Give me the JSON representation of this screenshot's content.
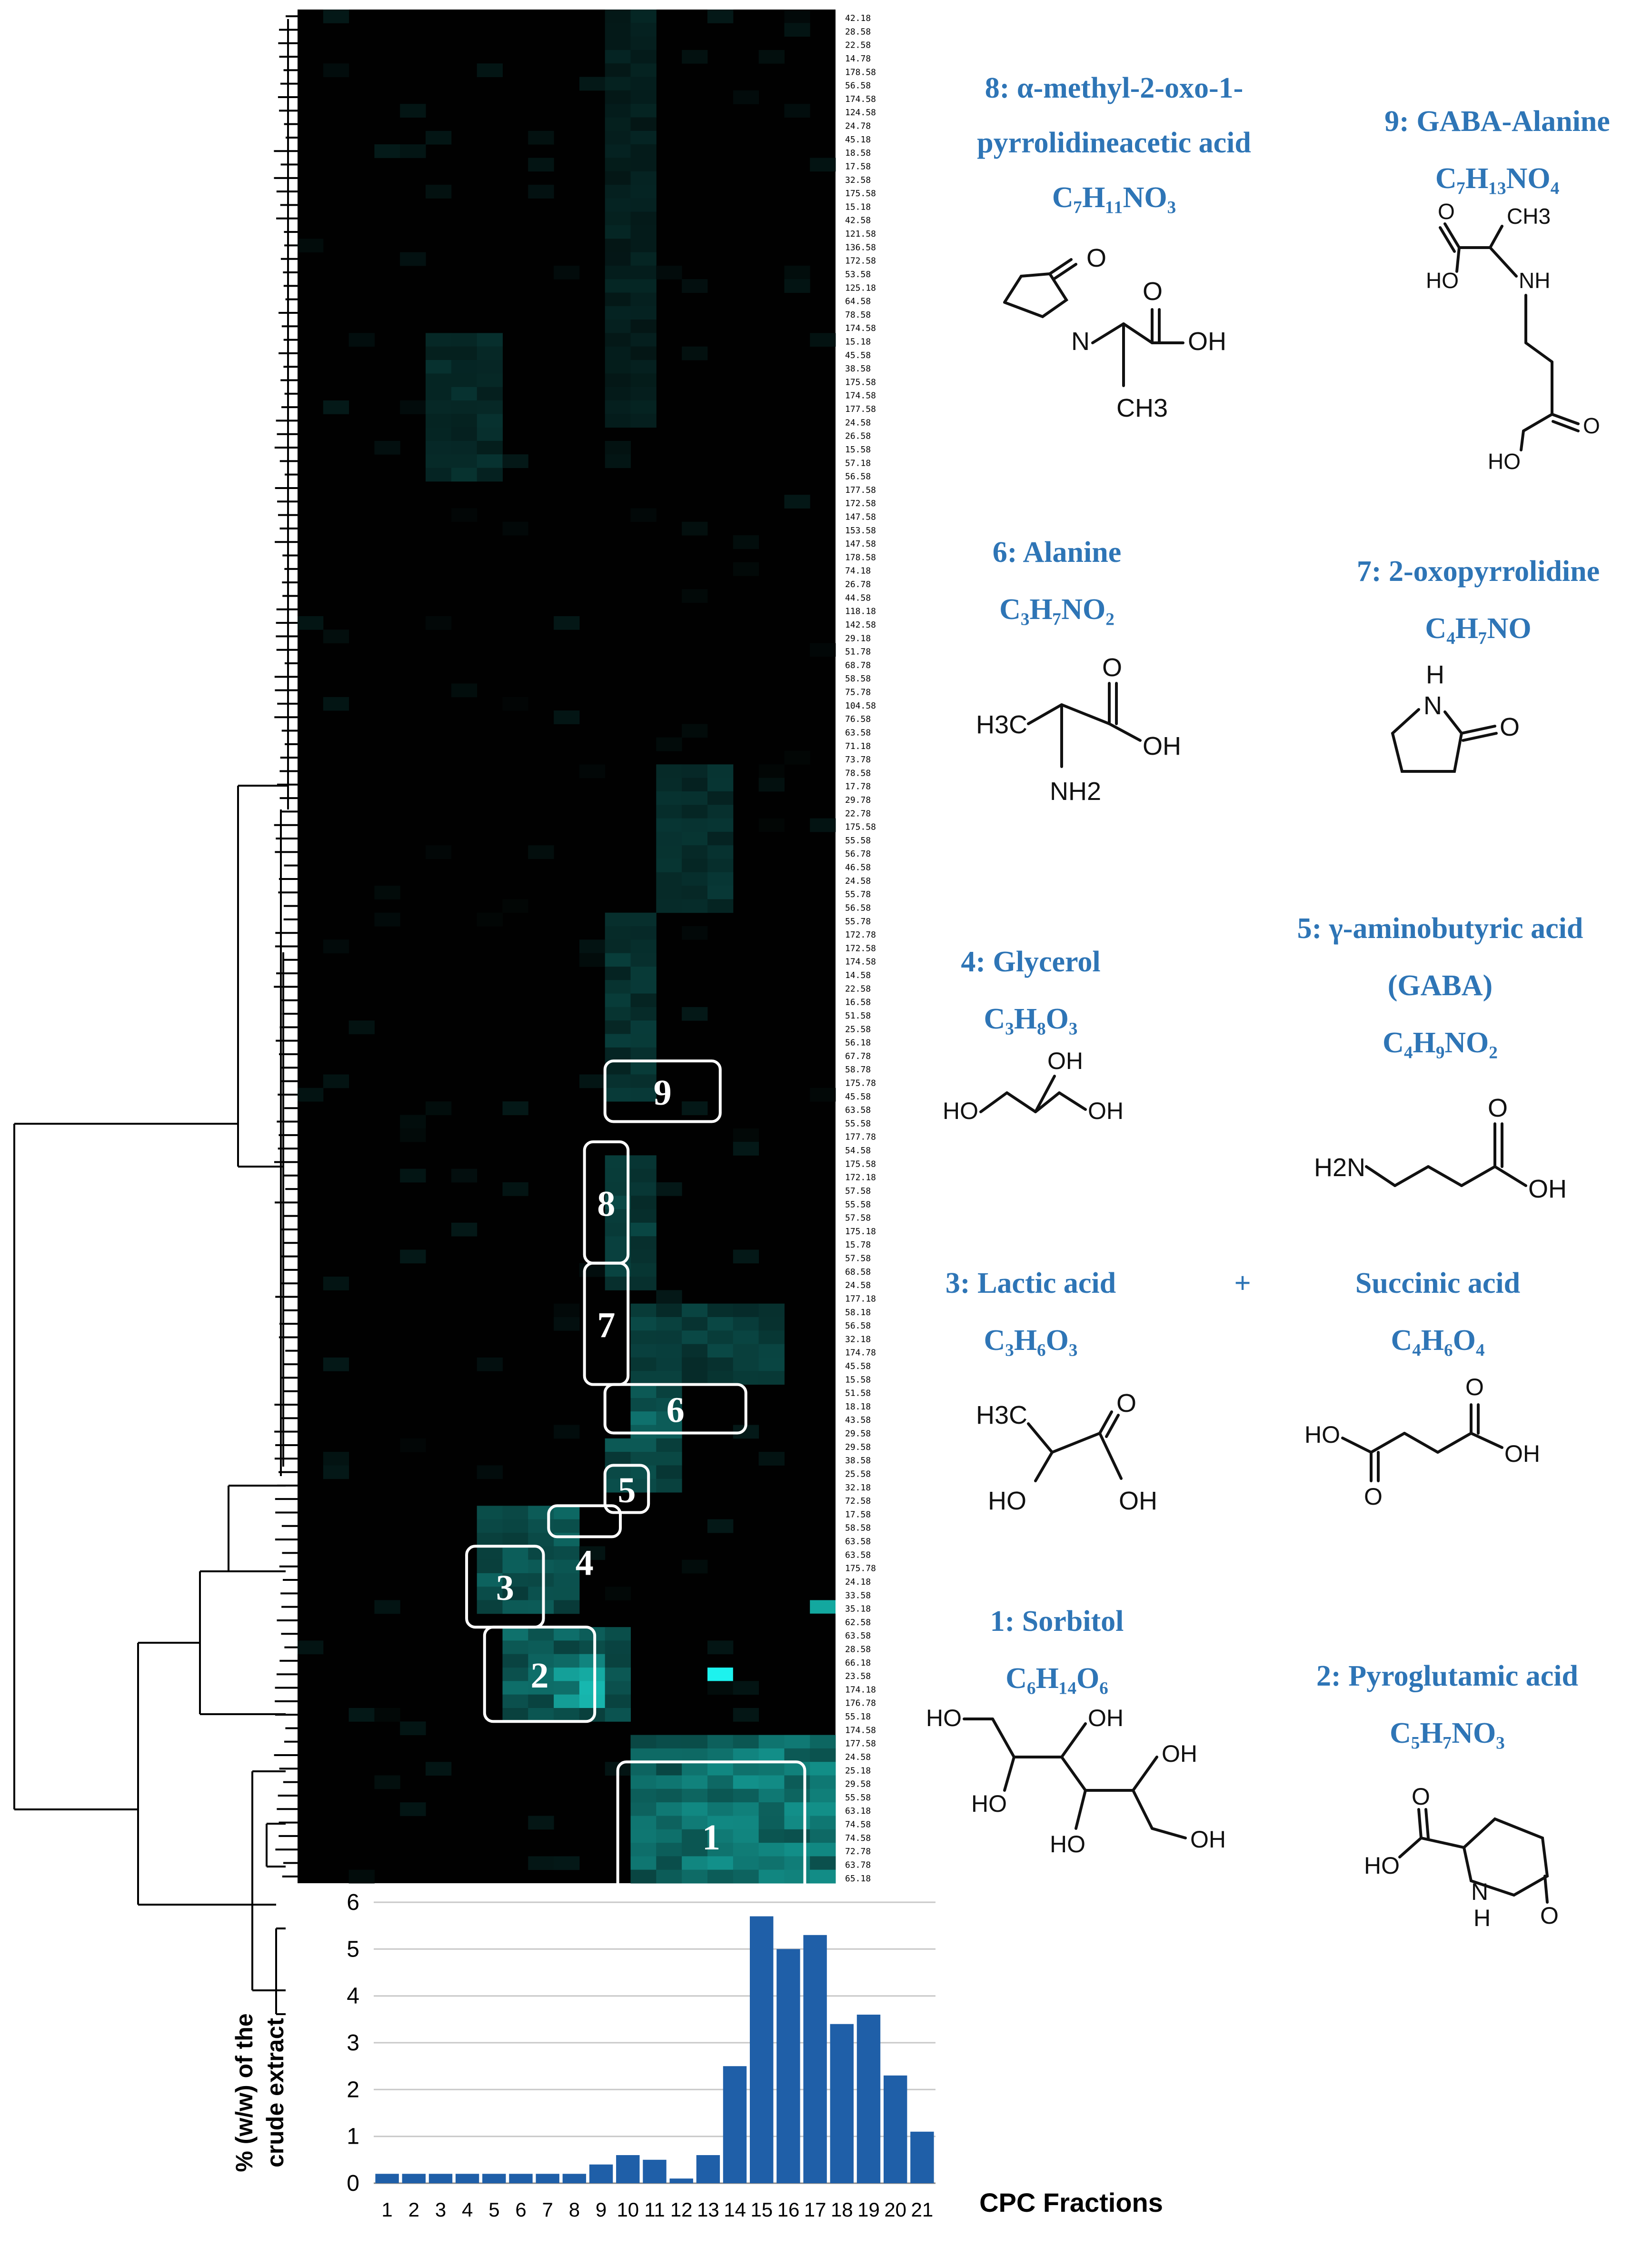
{
  "heatmap": {
    "clusters": [
      {
        "id": "1",
        "label": "1"
      },
      {
        "id": "2",
        "label": "2"
      },
      {
        "id": "3",
        "label": "3"
      },
      {
        "id": "4",
        "label": "4"
      },
      {
        "id": "5",
        "label": "5"
      },
      {
        "id": "6",
        "label": "6"
      },
      {
        "id": "7",
        "label": "7"
      },
      {
        "id": "8",
        "label": "8"
      },
      {
        "id": "9",
        "label": "9"
      }
    ],
    "row_labels": [
      "42.18",
      "28.58",
      "22.58",
      "14.78",
      "178.58",
      "56.58",
      "174.58",
      "124.58",
      "24.78",
      "45.18",
      "18.58",
      "17.58",
      "32.58",
      "175.58",
      "15.18",
      "42.58",
      "121.58",
      "136.58",
      "172.58",
      "53.58",
      "125.18",
      "64.58",
      "78.58",
      "174.58",
      "15.18",
      "45.58",
      "38.58",
      "175.58",
      "174.58",
      "177.58",
      "24.58",
      "26.58",
      "15.58",
      "57.18",
      "56.58",
      "177.58",
      "172.58",
      "147.58",
      "153.58",
      "147.58",
      "178.58",
      "74.18",
      "26.78",
      "44.58",
      "118.18",
      "142.58",
      "29.18",
      "51.78",
      "68.78",
      "58.58",
      "75.78",
      "104.58",
      "76.58",
      "63.58",
      "71.18",
      "73.78",
      "78.58",
      "17.78",
      "29.78",
      "22.78",
      "175.58",
      "55.58",
      "56.78",
      "46.58",
      "24.58",
      "55.78",
      "56.58",
      "55.78",
      "172.78",
      "172.58",
      "174.58",
      "14.58",
      "22.58",
      "16.58",
      "51.58",
      "25.58",
      "56.18",
      "67.78",
      "58.78",
      "175.78",
      "45.58",
      "63.58",
      "55.58",
      "177.78",
      "54.58",
      "175.58",
      "172.18",
      "57.58",
      "55.58",
      "57.58",
      "175.18",
      "15.78",
      "57.58",
      "68.58",
      "24.58",
      "177.18",
      "58.18",
      "56.58",
      "32.18",
      "174.78",
      "45.58",
      "15.58",
      "51.58",
      "18.18",
      "43.58",
      "29.58",
      "29.58",
      "38.58",
      "25.58",
      "32.18",
      "72.58",
      "17.58",
      "58.58",
      "63.58",
      "63.58",
      "175.78",
      "24.18",
      "33.58",
      "35.18",
      "62.58",
      "63.58",
      "28.58",
      "66.18",
      "23.58",
      "174.18",
      "176.78",
      "55.18",
      "174.58",
      "177.58",
      "24.58",
      "25.18",
      "29.58",
      "55.58",
      "63.18",
      "74.58",
      "74.58",
      "72.78",
      "63.78",
      "65.18"
    ]
  },
  "compounds": [
    {
      "id": "8",
      "name": "8: α-methyl-2-oxo-1-",
      "name2": "pyrrolidineacetic acid",
      "formula": "C₇H₁₁NO₃"
    },
    {
      "id": "9",
      "name": "9: GABA-Alanine",
      "formula": "C₇H₁₃NO₄"
    },
    {
      "id": "6",
      "name": "6: Alanine",
      "formula": "C₃H₇NO₂"
    },
    {
      "id": "7",
      "name": "7: 2-oxopyrrolidine",
      "formula": "C₄H₇NO"
    },
    {
      "id": "4",
      "name": "4: Glycerol",
      "formula": "C₃H₈O₃"
    },
    {
      "id": "5",
      "name": "5: γ-aminobutyric acid",
      "name2": "(GABA)",
      "formula": "C₄H₉NO₂"
    },
    {
      "id": "3",
      "name": "3: Lactic acid",
      "formula": "C₃H₆O₃"
    },
    {
      "id": "plus",
      "name": "+"
    },
    {
      "id": "succ",
      "name": "Succinic acid",
      "formula": "C₄H₆O₄"
    },
    {
      "id": "1",
      "name": "1: Sorbitol",
      "formula": "C₆H₁₄O₆"
    },
    {
      "id": "2",
      "name": "2: Pyroglutamic acid",
      "formula": "C₅H₇NO₃"
    }
  ],
  "atoms": {
    "O": "O",
    "OH": "OH",
    "HO": "HO",
    "CH3": "CH3",
    "NH2": "NH2",
    "H2N": "H2N",
    "H3C": "H3C",
    "N": "N",
    "H": "H",
    "NH": "NH"
  },
  "chart_data": {
    "type": "bar",
    "categories": [
      "1",
      "2",
      "3",
      "4",
      "5",
      "6",
      "7",
      "8",
      "9",
      "10",
      "11",
      "12",
      "13",
      "14",
      "15",
      "16",
      "17",
      "18",
      "19",
      "20",
      "21"
    ],
    "values": [
      0.2,
      0.2,
      0.2,
      0.2,
      0.2,
      0.2,
      0.2,
      0.2,
      0.4,
      0.6,
      0.5,
      0.1,
      0.6,
      2.5,
      5.7,
      5.0,
      5.3,
      3.4,
      3.6,
      2.3,
      1.1
    ],
    "yticks": [
      "0",
      "1",
      "2",
      "3",
      "4",
      "5",
      "6"
    ],
    "ylim": [
      0,
      6
    ],
    "ylabel_line1": "% (w/w) of the",
    "ylabel_line2": "crude extract",
    "xlabel": "CPC Fractions",
    "bar_color": "#1F5FA8",
    "grid": true
  },
  "colors": {
    "heat_bg": "#010101",
    "heat_cyan": "#1ACFC6",
    "label_blue": "#2E75B6"
  }
}
